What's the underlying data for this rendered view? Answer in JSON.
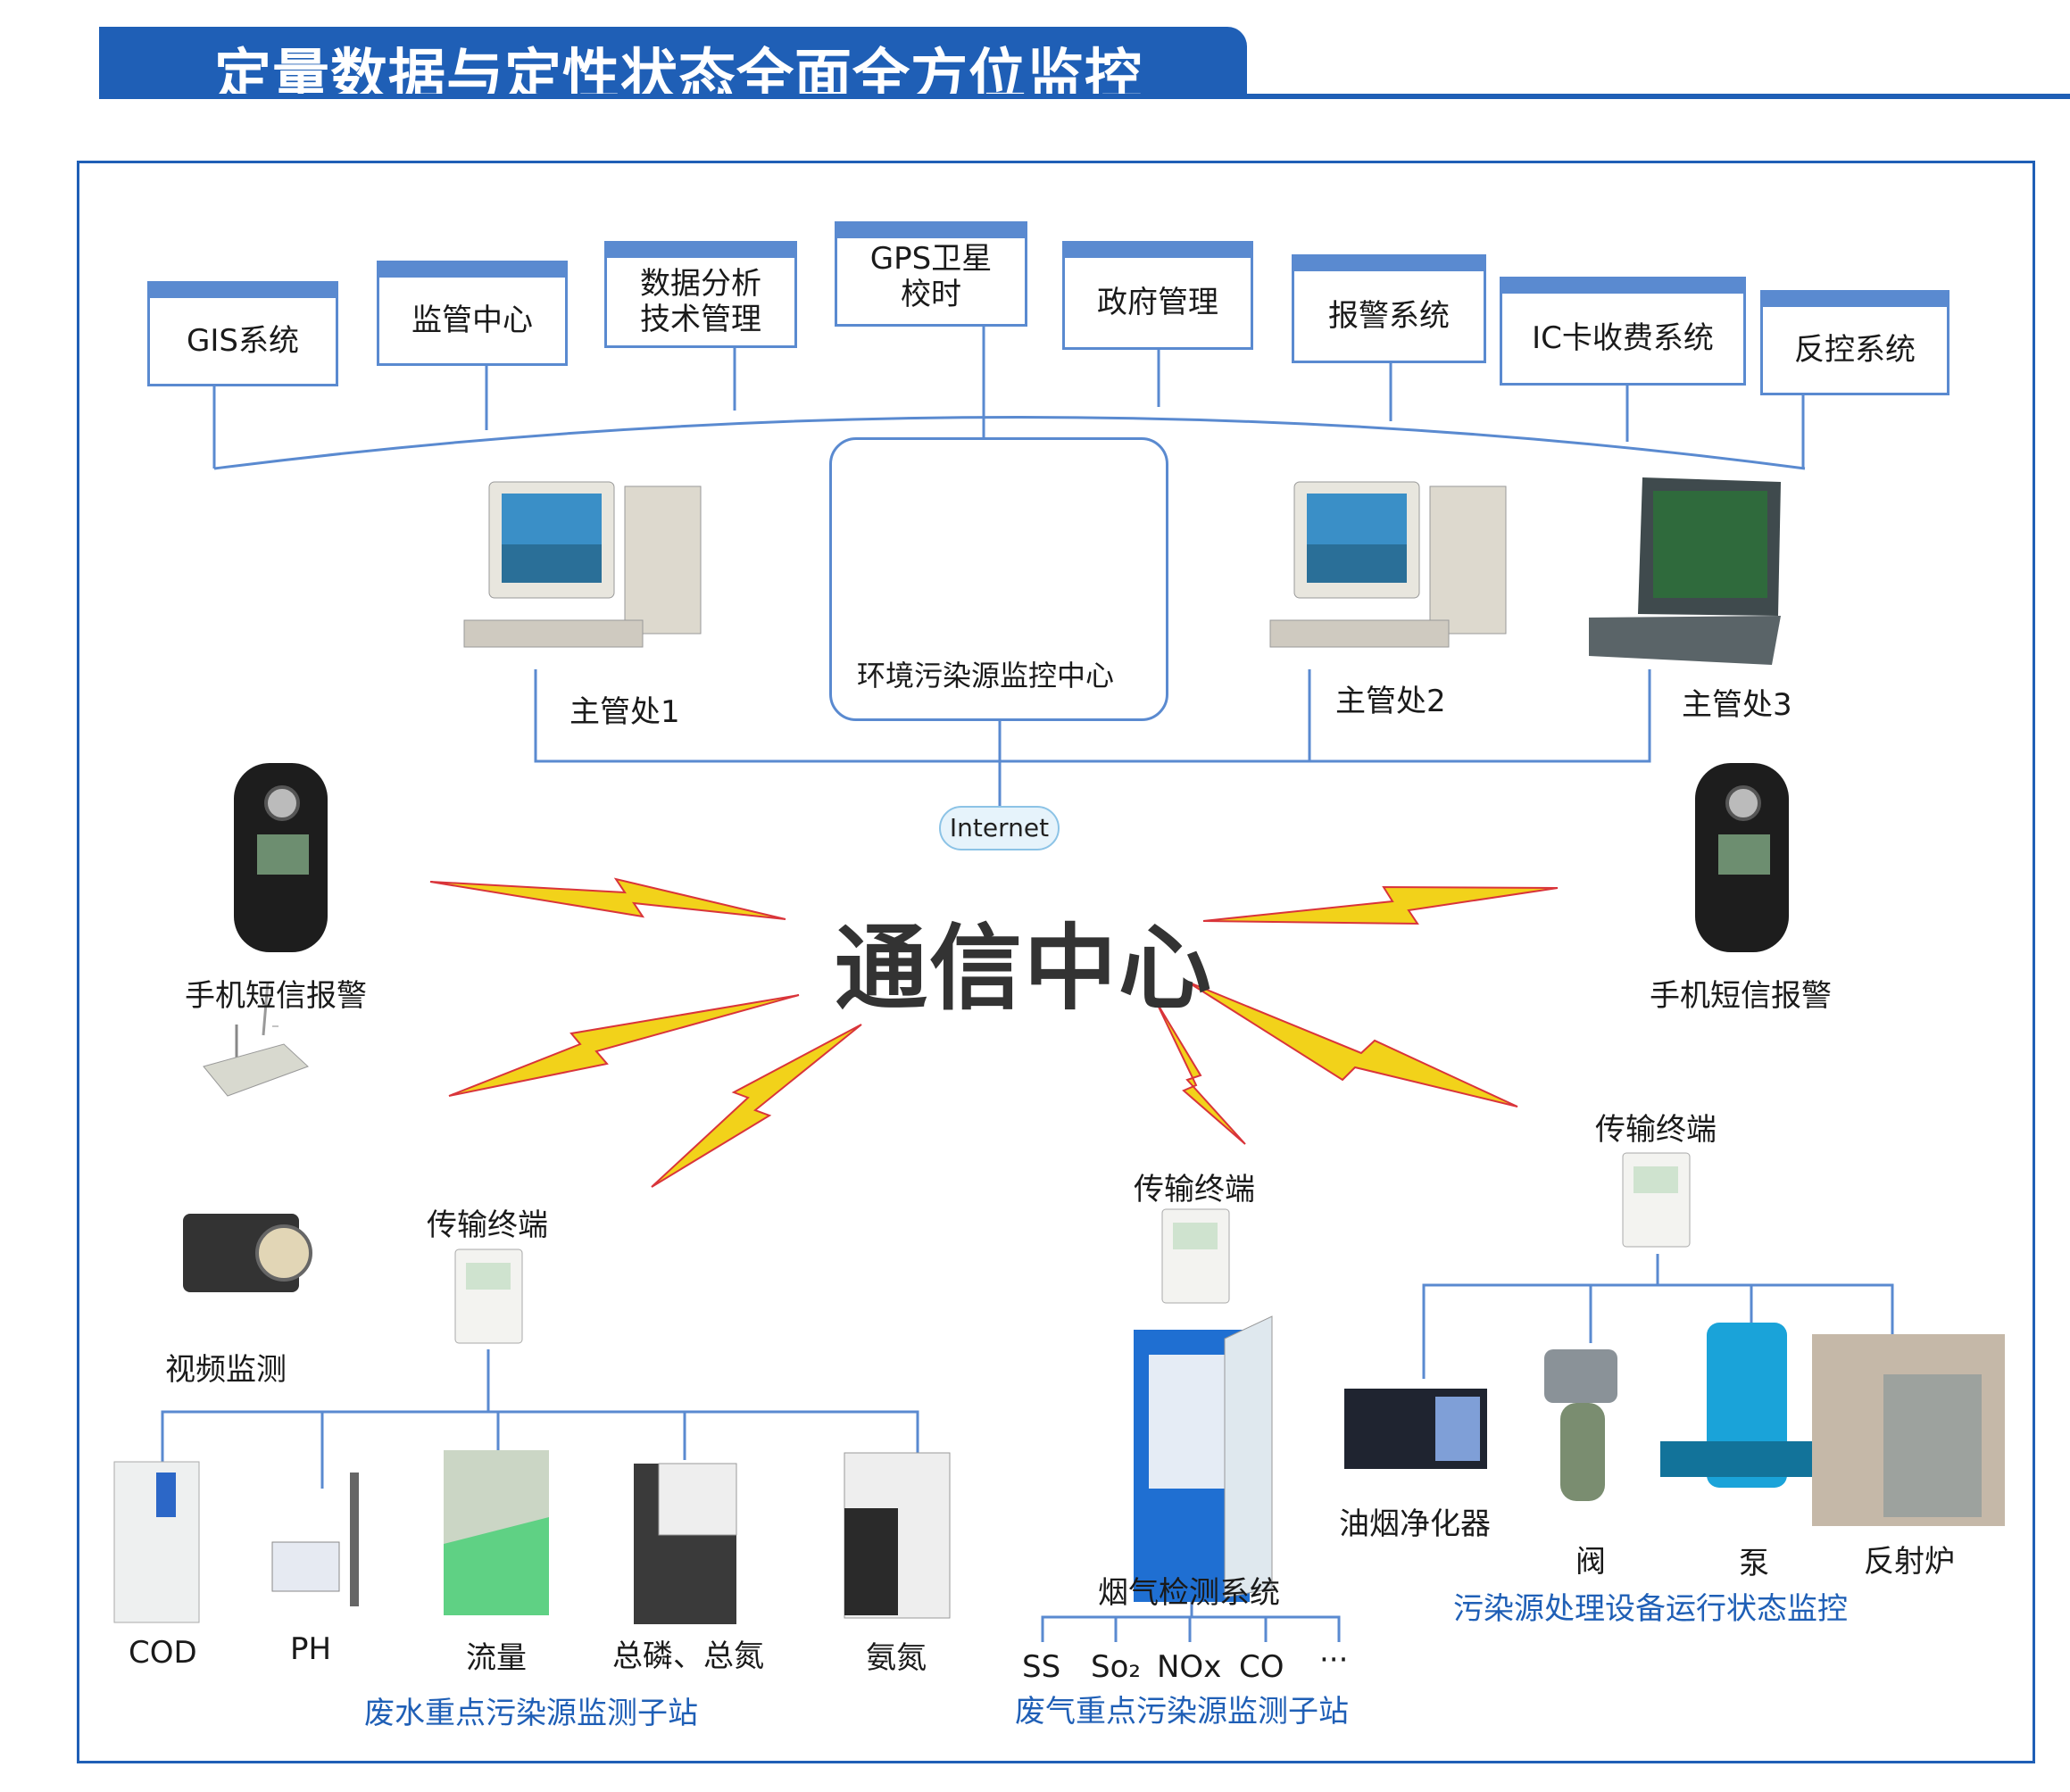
{
  "header": {
    "title": "定量数据与定性状态全面全方位监控"
  },
  "systems": [
    {
      "label": "GIS系统"
    },
    {
      "label": "监管中心"
    },
    {
      "label": "数据分析\n技术管理"
    },
    {
      "label": "GPS卫星\n校时"
    },
    {
      "label": "政府管理"
    },
    {
      "label": "报警系统"
    },
    {
      "label": "IC卡收费系统"
    },
    {
      "label": "反控系统"
    }
  ],
  "center": {
    "label": "环境污染源监控中心",
    "internet": "Internet",
    "comm": "通信中心"
  },
  "offices": [
    "主管处1",
    "主管处2",
    "主管处3"
  ],
  "phones": [
    "手机短信报警",
    "手机短信报警"
  ],
  "video": {
    "label": "视频监测"
  },
  "terminal_label": "传输终端",
  "wastewater": {
    "items": [
      "COD",
      "PH",
      "流量",
      "总磷、总氮",
      "氨氮"
    ],
    "caption": "废水重点污染源监测子站"
  },
  "wastegas": {
    "system": "烟气检测系统",
    "params": [
      "SS",
      "So₂",
      "NOx",
      "CO",
      "···"
    ],
    "caption": "废气重点污染源监测子站"
  },
  "equipment": {
    "items": [
      "油烟净化器",
      "阀",
      "泵",
      "反射炉"
    ],
    "caption": "污染源处理设备运行状态监控"
  },
  "colors": {
    "brand": "#1f5fb6",
    "box_border": "#5a8ad0",
    "bolt": "#f2d21a",
    "bolt_edge": "#d9343a"
  }
}
